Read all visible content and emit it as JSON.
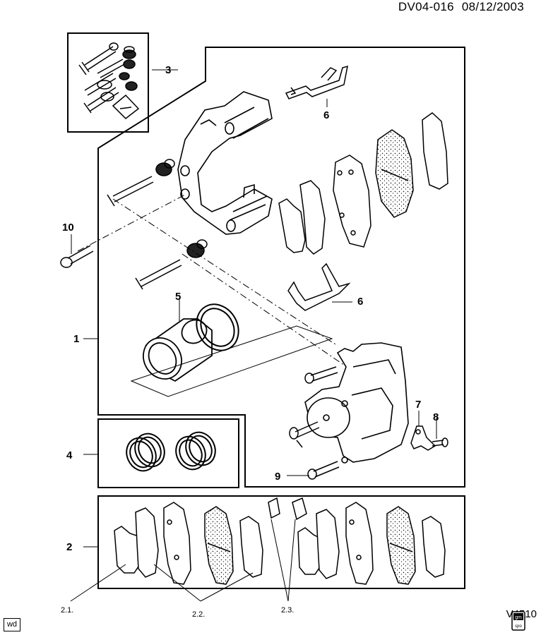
{
  "header": {
    "doc_id": "DV04-016",
    "date": "08/12/2003"
  },
  "callouts": {
    "c1": "1",
    "c2": "2",
    "c3": "3",
    "c4": "4",
    "c5": "5",
    "c6a": "6",
    "c6b": "6",
    "c7": "7",
    "c8": "8",
    "c9": "9",
    "c10": "10"
  },
  "sub_callouts": {
    "s21": "2.1.",
    "s22": "2.2.",
    "s23": "2.3."
  },
  "figure_code": "V4510",
  "footer_badge": "wd",
  "logo_text": {
    "line1": "gm",
    "line2": "spo"
  }
}
